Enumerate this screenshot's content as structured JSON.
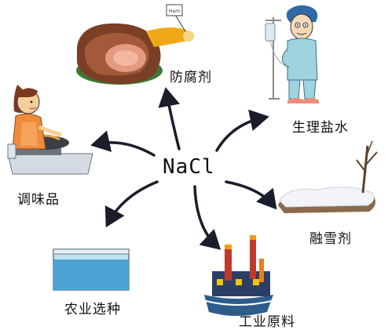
{
  "center": {
    "formula": "NaCl"
  },
  "uses": [
    {
      "id": "preservative",
      "label": "防腐剂",
      "icon": "cured-meat-icon"
    },
    {
      "id": "saline",
      "label": "生理盐水",
      "icon": "patient-iv-drip-icon"
    },
    {
      "id": "snow-melt",
      "label": "融雪剂",
      "icon": "snowy-ground-tree-icon"
    },
    {
      "id": "industry",
      "label": "工业原料",
      "icon": "factory-icon"
    },
    {
      "id": "seed-selection",
      "label": "农业选种",
      "icon": "water-tank-icon"
    },
    {
      "id": "seasoning",
      "label": "调味品",
      "icon": "cooking-woman-icon"
    }
  ],
  "ham_tag_text": "Ham",
  "colors": {
    "arrow": "#1a1d2a",
    "text": "#111111"
  }
}
